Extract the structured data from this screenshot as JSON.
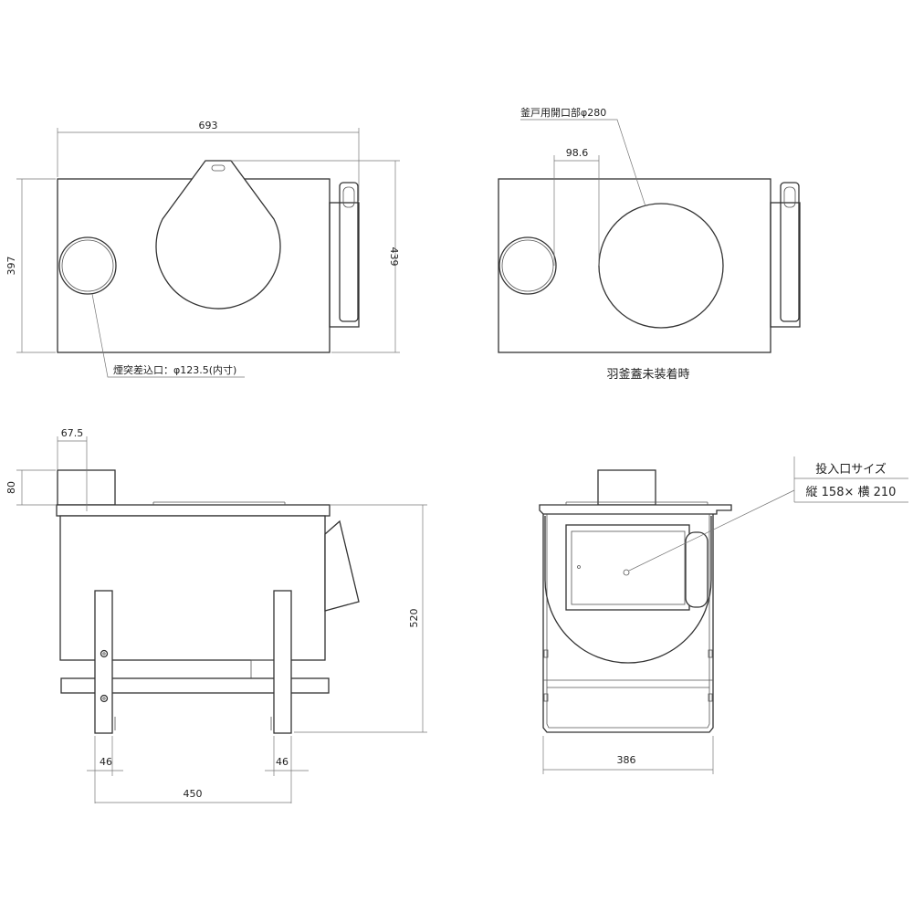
{
  "top_view": {
    "dim_width": "693",
    "dim_height": "397",
    "dim_height_total": "439",
    "chimney_note": "煙突差込口：φ123.5(内寸)"
  },
  "top_view_open": {
    "opening_note": "釜戸用開口部φ280",
    "dim_offset": "98.6",
    "caption": "羽釜蓋未装着時"
  },
  "side_view": {
    "dim_chimney_width": "67.5",
    "dim_chimney_height": "80",
    "dim_total_height": "520",
    "dim_leg_left": "46",
    "dim_leg_right": "46",
    "dim_leg_span": "450"
  },
  "front_view": {
    "dim_width": "386",
    "opening_title": "投入口サイズ",
    "opening_size": "縦 158× 横 210"
  }
}
